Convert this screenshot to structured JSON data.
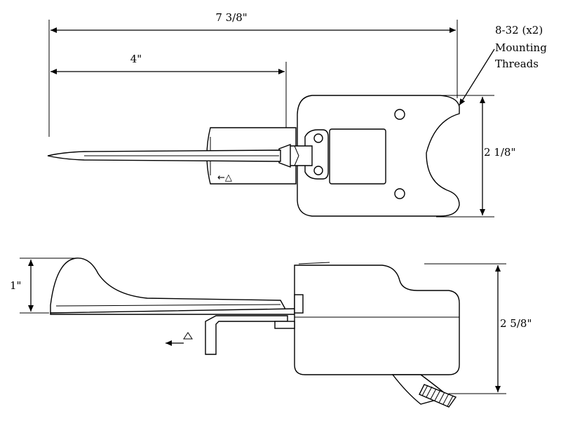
{
  "dimensions": {
    "overall_length": "7 3/8\"",
    "blade_length": "4\"",
    "width": "2 1/8\"",
    "blade_height": "1\"",
    "side_height": "2 5/8\""
  },
  "callout": {
    "line1": "8-32 (x2)",
    "line2": "Mounting",
    "line3": "Threads"
  },
  "direction_marks": {
    "top_view": "←△",
    "side_view": "←△"
  }
}
